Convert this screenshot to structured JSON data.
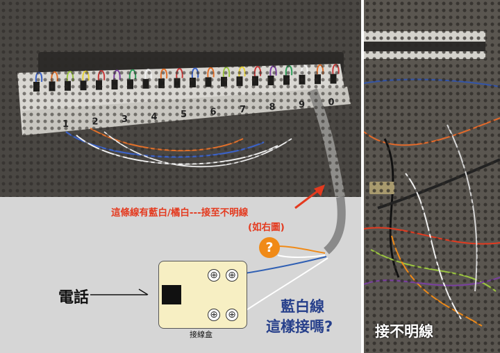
{
  "annotations": {
    "note_line1": "這條線有藍白/橘白---接至不明線",
    "note_line2": "(如右圖)",
    "question_badge": "?",
    "phone_label": "電話",
    "box_label": "接線盒",
    "question_line1": "藍白線",
    "question_line2": "這樣接嗎?",
    "unknown_wire_caption": "接不明線"
  },
  "terminal_block": {
    "numbers": [
      "1",
      "2",
      "3",
      "4",
      "5",
      "6",
      "7",
      "8",
      "9",
      "0"
    ]
  },
  "colors": {
    "note_red": "#e43a1f",
    "question_blue": "#27408b",
    "badge_orange": "#f08a17",
    "box_fill": "#f7efc3",
    "wire_blue": "#2f5fb3",
    "wire_orange": "#f08a17",
    "cable_gray": "#8a8a8a"
  },
  "icons": [
    "question-badge-icon",
    "screw-terminal-icon",
    "rj11-jack-icon",
    "pointer-arrow-icon"
  ]
}
